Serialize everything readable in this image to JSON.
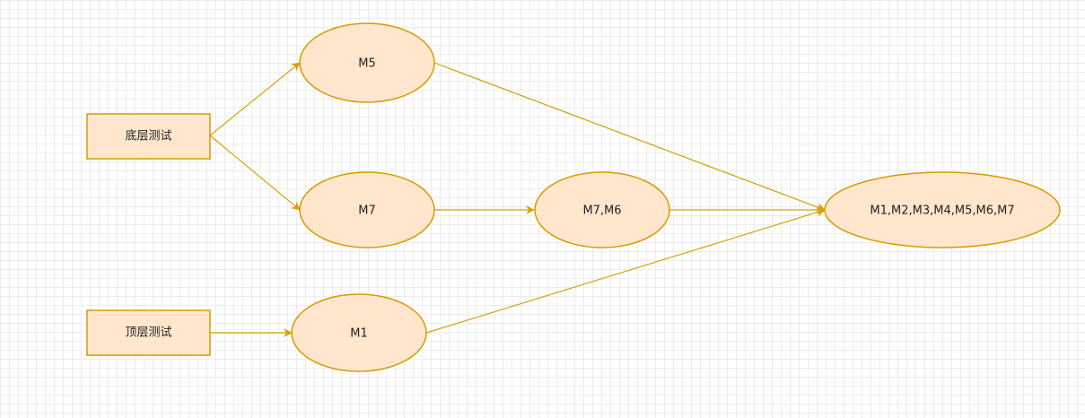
{
  "colors": {
    "node_fill": "#ffe6cc",
    "node_stroke": "#d79b00",
    "edge_stroke": "#d6a20c"
  },
  "diagram": {
    "nodes": {
      "bottom_test": {
        "label": "底层测试"
      },
      "top_test": {
        "label": "顶层测试"
      },
      "m5": {
        "label": "M5"
      },
      "m7": {
        "label": "M7"
      },
      "m1": {
        "label": "M1"
      },
      "m7m6": {
        "label": "M7,M6"
      },
      "all": {
        "label": "M1,M2,M3,M4,M5,M6,M7"
      }
    },
    "edges": [
      {
        "from": "bottom_test",
        "to": "m5"
      },
      {
        "from": "bottom_test",
        "to": "m7"
      },
      {
        "from": "top_test",
        "to": "m1"
      },
      {
        "from": "m7",
        "to": "m7m6"
      },
      {
        "from": "m5",
        "to": "all"
      },
      {
        "from": "m7m6",
        "to": "all"
      },
      {
        "from": "m1",
        "to": "all"
      }
    ]
  }
}
